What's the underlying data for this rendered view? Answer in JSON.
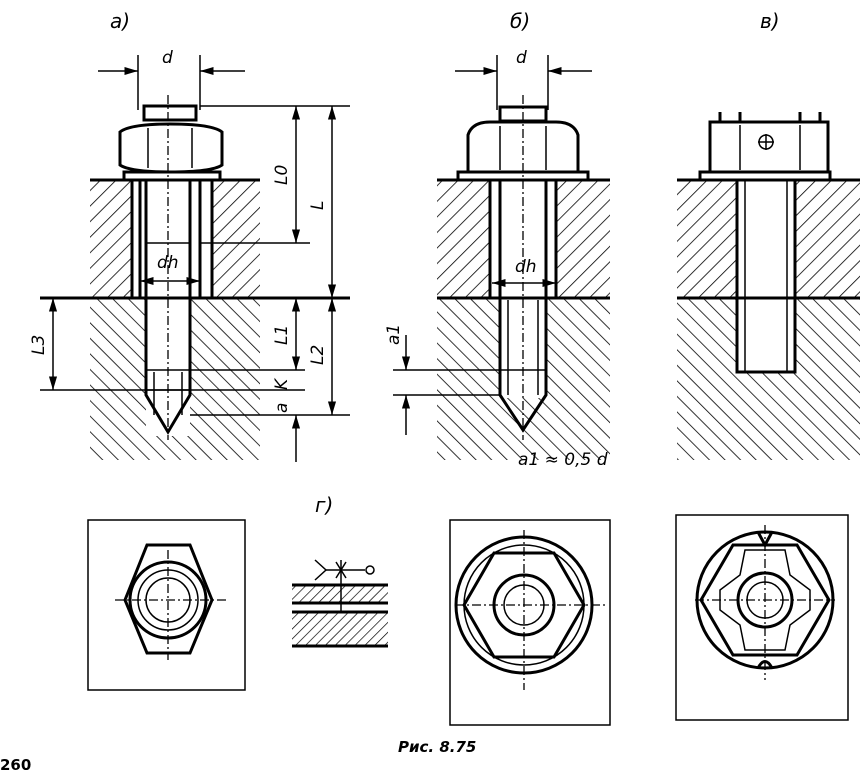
{
  "figure": {
    "views": {
      "a": "a)",
      "b": "б)",
      "v": "в)",
      "g": "г)"
    },
    "dims": {
      "d_a": "d",
      "d_b": "d",
      "dh_a": "dh",
      "dh_b": "dh",
      "l0": "L0",
      "l": "L",
      "l1": "L1",
      "l2": "L2",
      "l3": "L3",
      "k": "K",
      "a": "a",
      "a1": "a1"
    },
    "note": "a1 ≈ 0,5 d",
    "caption": "Рис. 8.75",
    "page_number": "260"
  }
}
